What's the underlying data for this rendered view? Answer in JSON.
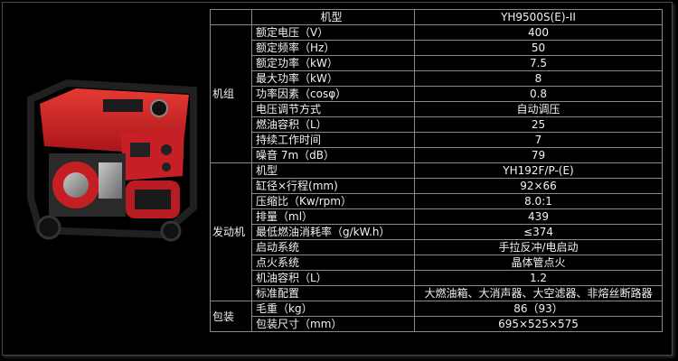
{
  "colors": {
    "background": "#000000",
    "text": "#f2f2f2",
    "border": "#8a8a8a",
    "generator_red": "#d42322"
  },
  "icons": {
    "product": "generator-image"
  },
  "header": {
    "label": "机型",
    "value": "YH9500S(E)-II"
  },
  "unit_group": {
    "label": "机组",
    "rows": [
      {
        "label": "额定电压（V）",
        "value": "400"
      },
      {
        "label": "额定频率（Hz）",
        "value": "50"
      },
      {
        "label": "额定功率（kW）",
        "value": "7.5"
      },
      {
        "label": "最大功率（kW）",
        "value": "8"
      },
      {
        "label": "功率因素（cosφ）",
        "value": "0.8"
      },
      {
        "label": "电压调节方式",
        "value": "自动调压"
      },
      {
        "label": "燃油容积（L）",
        "value": "25"
      },
      {
        "label": "持续工作时间",
        "value": "7"
      },
      {
        "label": "噪音 7m（dB）",
        "value": "79"
      }
    ]
  },
  "engine_group": {
    "label": "发动机",
    "rows": [
      {
        "label": "机型",
        "value": "YH192F/P-(E)"
      },
      {
        "label": "缸径×行程(mm)",
        "value": "92×66"
      },
      {
        "label": "压缩比（Kw/rpm）",
        "value": "8.0:1"
      },
      {
        "label": "排量（ml）",
        "value": "439"
      },
      {
        "label": "最低燃油消耗率（g/kW.h）",
        "value": "≤374"
      },
      {
        "label": "启动系统",
        "value": "手拉反冲/电启动"
      },
      {
        "label": "点火系统",
        "value": "晶体管点火"
      },
      {
        "label": "机油容积（L）",
        "value": "1.2"
      },
      {
        "label": "标准配置",
        "value": "大燃油箱、大消声器、大空滤器、非熔丝断路器"
      }
    ]
  },
  "package_group": {
    "label": "包装",
    "rows": [
      {
        "label": "毛重（kg）",
        "value": "86（93）"
      },
      {
        "label": "包装尺寸（mm）",
        "value": "695×525×575"
      }
    ]
  }
}
